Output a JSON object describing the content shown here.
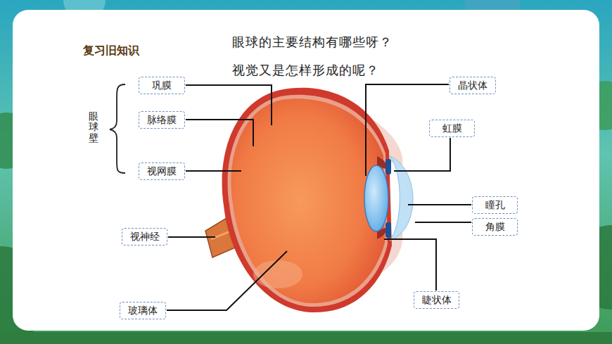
{
  "diagram": {
    "title": "复习旧知识",
    "nodes": [
      {
        "text": [
          "巩膜"
        ]
      },
      {
        "text": [
          "脉络膜"
        ]
      },
      {
        "text": [
          "视网膜"
        ]
      },
      {
        "text": [
          "视神经"
        ]
      },
      {
        "text": [
          "玻璃体"
        ]
      },
      {
        "text": [
          "晶状体"
        ]
      },
      {
        "text": [
          "虹膜"
        ]
      },
      {
        "text": [
          "瞳孔"
        ]
      },
      {
        "text": [
          "角膜"
        ]
      },
      {
        "text": [
          "睫状体"
        ]
      }
    ],
    "labels": [
      "眼球的主要结构有哪些呀？",
      "视觉又是怎样形成的呢？",
      "眼球壁"
    ]
  }
}
